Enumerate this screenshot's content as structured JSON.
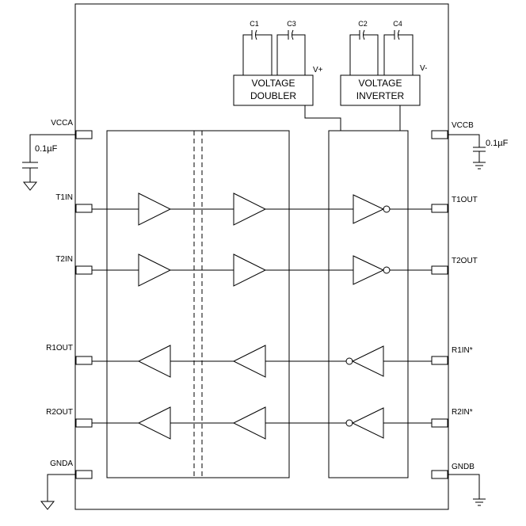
{
  "blocks": {
    "doubler_line1": "VOLTAGE",
    "doubler_line2": "DOUBLER",
    "inverter_line1": "VOLTAGE",
    "inverter_line2": "INVERTER"
  },
  "rails": {
    "v_plus": "V+",
    "v_minus": "V-"
  },
  "capacitors": {
    "c1": "C1",
    "c2": "C2",
    "c3": "C3",
    "c4": "C4",
    "vcca_cap": "0.1µF",
    "vccb_cap": "0.1µF"
  },
  "pins_left": {
    "vcca": "VCCA",
    "t1in": "T1IN",
    "t2in": "T2IN",
    "r1out": "R1OUT",
    "r2out": "R2OUT",
    "gnda": "GNDA"
  },
  "pins_right": {
    "vccb": "VCCB",
    "t1out": "T1OUT",
    "t2out": "T2OUT",
    "r1in": "R1IN*",
    "r2in": "R2IN*",
    "gndb": "GNDB"
  }
}
